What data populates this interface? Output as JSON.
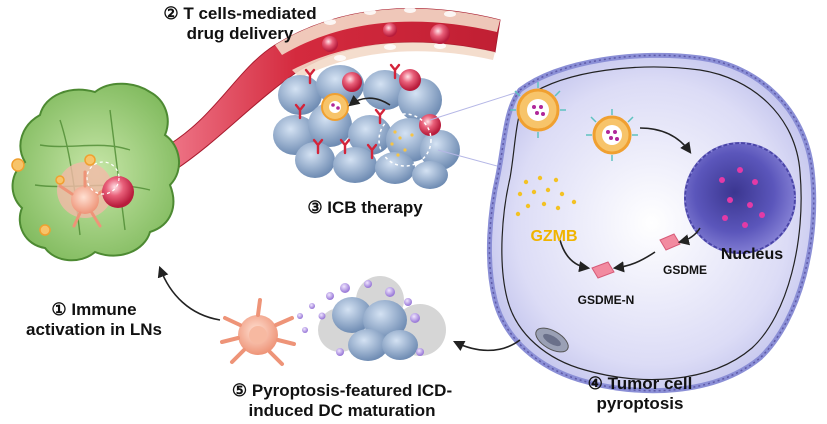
{
  "steps": {
    "step1": {
      "line1": "① Immune",
      "line2": "activation in LNs"
    },
    "step2": {
      "line1": "② T cells-mediated",
      "line2": "drug delivery"
    },
    "step3": {
      "line1": "③ ICB therapy"
    },
    "step4": {
      "line1": "④ Tumor cell",
      "line2": "pyroptosis"
    },
    "step5": {
      "line1": "⑤ Pyroptosis-featured ICD-",
      "line2": "induced DC maturation"
    }
  },
  "labels": {
    "gzmb": "GZMB",
    "gsdme": "GSDME",
    "gsdme_n": "GSDME-N",
    "nucleus": "Nucleus"
  },
  "colors": {
    "vessel": "#d42a3e",
    "lymph_node": "#8dc46b",
    "tumor_cell": "#c8c9ef",
    "tumor_membrane": "#8b8fd6",
    "nucleus": "#5a55b8",
    "gzmb": "#f0b400",
    "dc": "#f4a58c",
    "nanoparticle": "#f6b04a",
    "antibody": "#d4243a"
  }
}
